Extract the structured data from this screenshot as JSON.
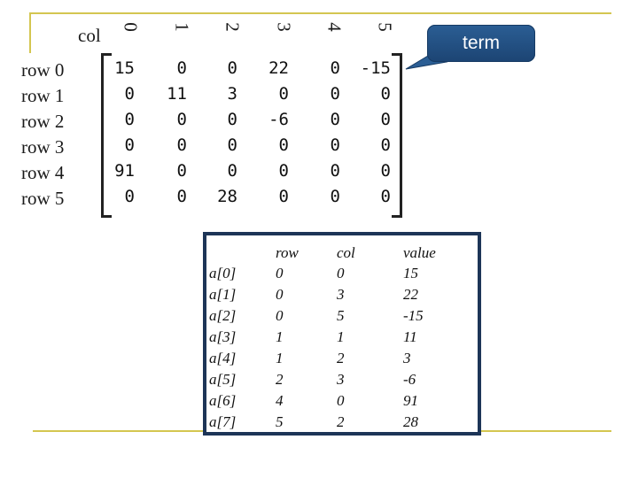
{
  "matrix": {
    "col_caption": "col",
    "col_indices": [
      "0",
      "1",
      "2",
      "3",
      "4",
      "5"
    ],
    "row_labels": [
      "row 0",
      "row 1",
      "row 2",
      "row 3",
      "row 4",
      "row 5"
    ],
    "rows": [
      [
        "15",
        "0",
        "0",
        "22",
        "0",
        "-15"
      ],
      [
        "0",
        "11",
        "3",
        "0",
        "0",
        "0"
      ],
      [
        "0",
        "0",
        "0",
        "-6",
        "0",
        "0"
      ],
      [
        "0",
        "0",
        "0",
        "0",
        "0",
        "0"
      ],
      [
        "91",
        "0",
        "0",
        "0",
        "0",
        "0"
      ],
      [
        "0",
        "0",
        "28",
        "0",
        "0",
        "0"
      ]
    ]
  },
  "callout": {
    "label": "term"
  },
  "terms": {
    "headers": [
      "row",
      "col",
      "value"
    ],
    "entries": [
      {
        "name": "a[0]",
        "row": "0",
        "col": "0",
        "value": "15"
      },
      {
        "name": "a[1]",
        "row": "0",
        "col": "3",
        "value": "22"
      },
      {
        "name": "a[2]",
        "row": "0",
        "col": "5",
        "value": "-15"
      },
      {
        "name": "a[3]",
        "row": "1",
        "col": "1",
        "value": "11"
      },
      {
        "name": "a[4]",
        "row": "1",
        "col": "2",
        "value": "3"
      },
      {
        "name": "a[5]",
        "row": "2",
        "col": "3",
        "value": "-6"
      },
      {
        "name": "a[6]",
        "row": "4",
        "col": "0",
        "value": "91"
      },
      {
        "name": "a[7]",
        "row": "5",
        "col": "2",
        "value": "28"
      }
    ]
  },
  "colors": {
    "accent_line": "#d4c650",
    "callout_fill": "#2b5e94",
    "panel_border": "#1d3557"
  }
}
